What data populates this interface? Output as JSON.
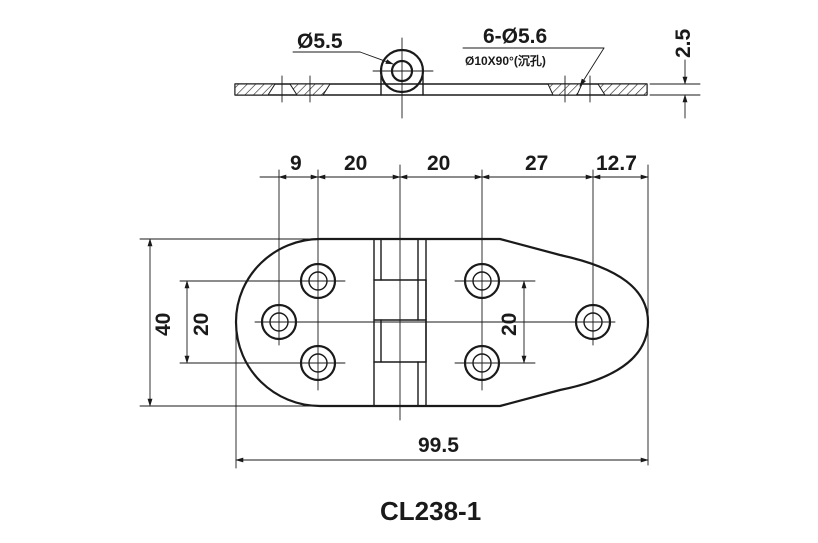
{
  "drawing": {
    "part_number": "CL238-1",
    "side_view": {
      "pin_hole_label": "Ø5.5",
      "holes_label": "6-Ø5.6",
      "countersink_label": "Ø10X90°(沉孔)",
      "thickness_label": "2.5"
    },
    "top_view": {
      "dim_9": "9",
      "dim_20_a": "20",
      "dim_20_b": "20",
      "dim_27": "27",
      "dim_12_7": "12.7",
      "height_40": "40",
      "left_spacing_20": "20",
      "right_spacing_20": "20",
      "overall_length": "99.5"
    }
  }
}
